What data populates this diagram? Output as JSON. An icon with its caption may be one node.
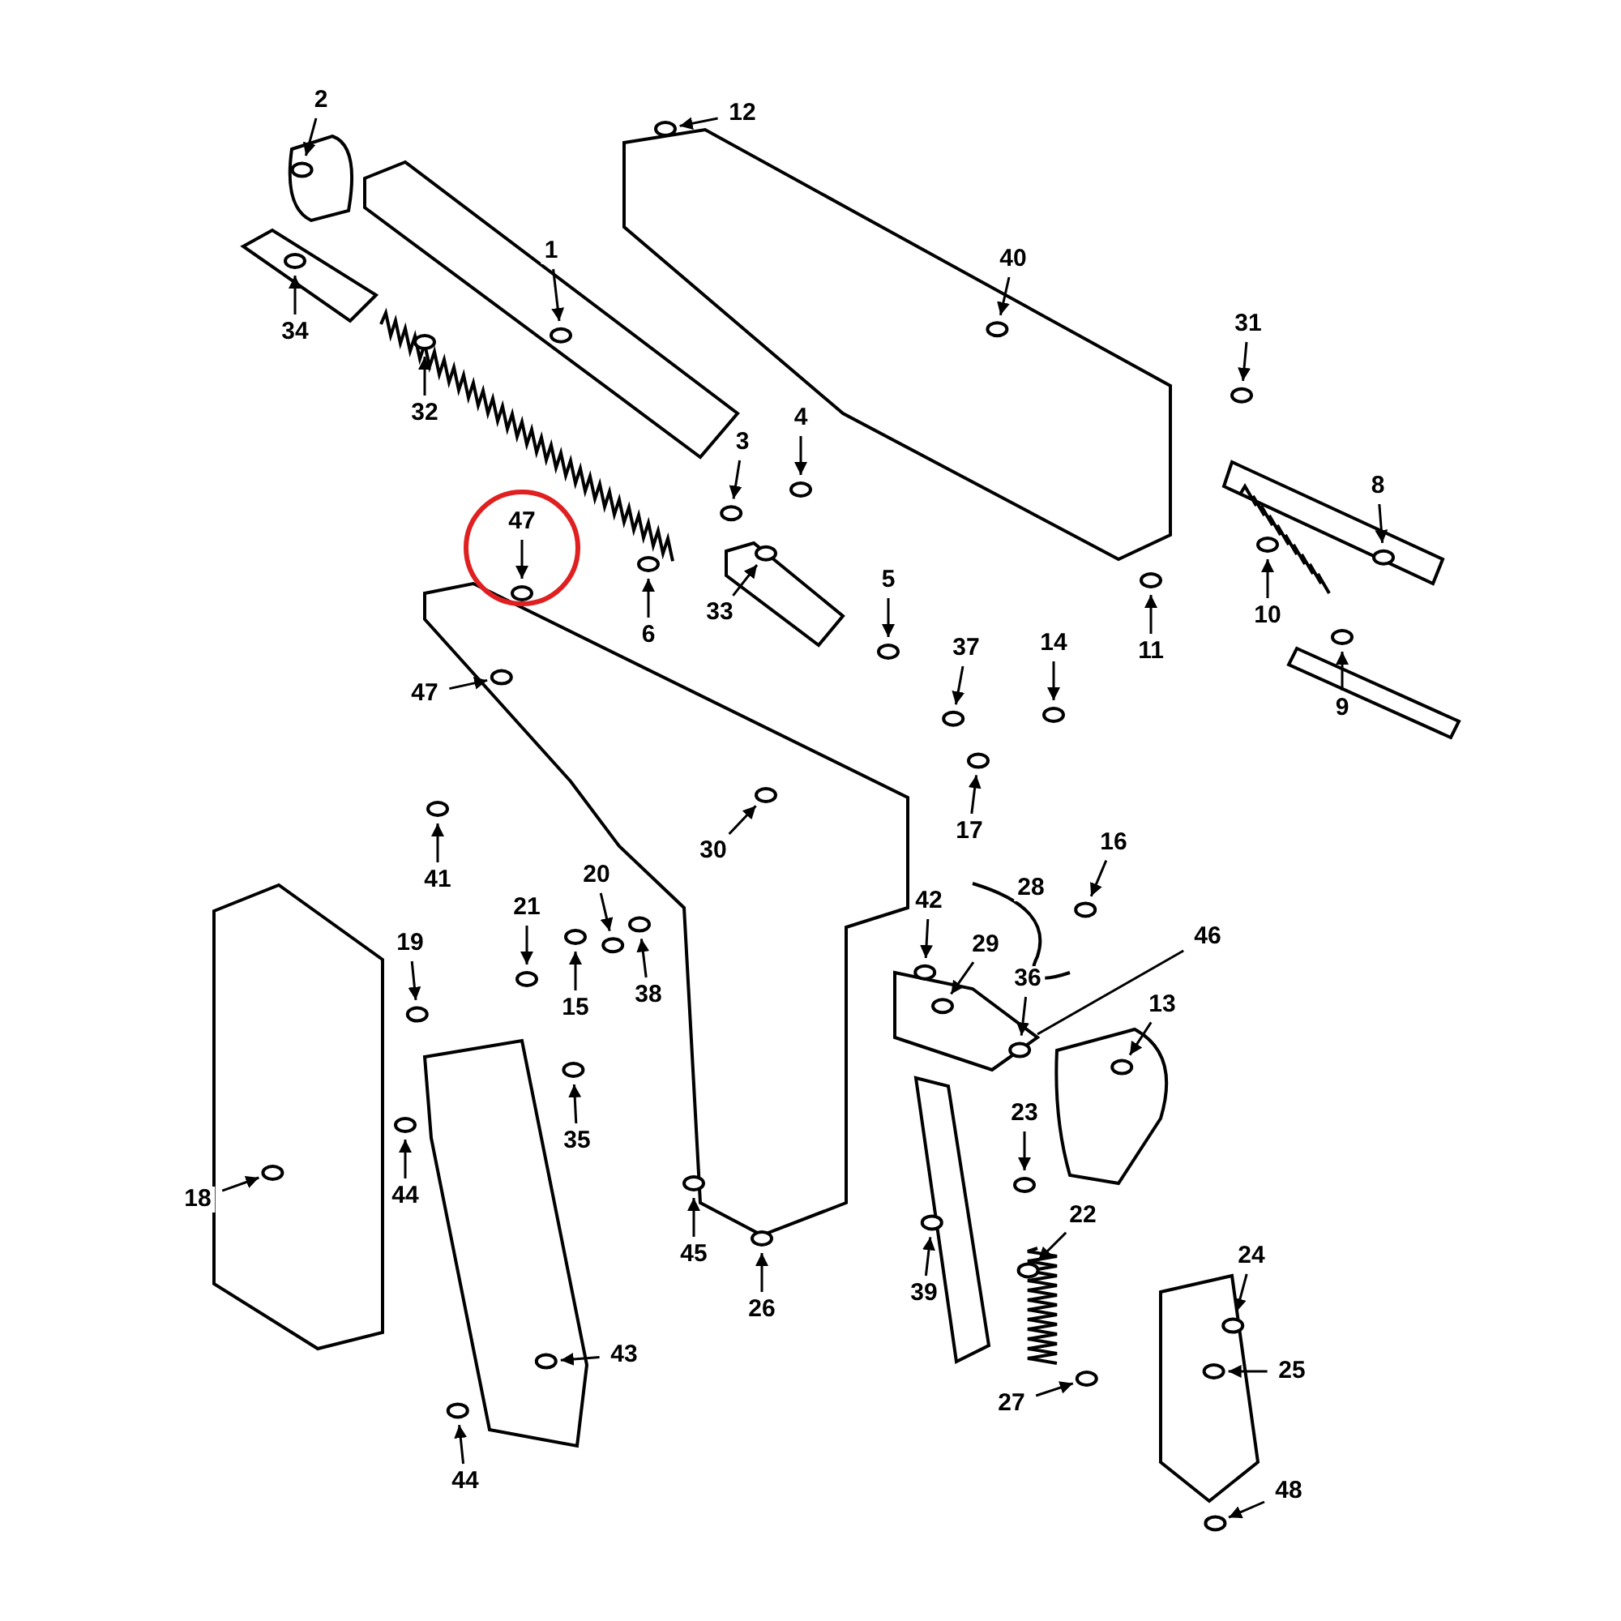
{
  "diagram": {
    "nodes": [
      {
        "text": [
          "2"
        ]
      },
      {
        "text": [
          "12"
        ]
      },
      {
        "text": [
          "1"
        ]
      },
      {
        "text": [
          "40"
        ]
      },
      {
        "text": [
          "34"
        ]
      },
      {
        "text": [
          "31"
        ]
      },
      {
        "text": [
          "32"
        ]
      },
      {
        "text": [
          "3"
        ]
      },
      {
        "text": [
          "4"
        ]
      },
      {
        "text": [
          "8"
        ]
      },
      {
        "text": [],
        "shape": "circle"
      },
      {
        "text": [
          "47"
        ],
        "in": 10
      },
      {
        "text": [
          "6"
        ]
      },
      {
        "text": [
          "33"
        ]
      },
      {
        "text": [
          "5"
        ]
      },
      {
        "text": [
          "10"
        ]
      },
      {
        "text": [
          "11"
        ]
      },
      {
        "text": [
          "9"
        ]
      },
      {
        "text": [
          "47"
        ]
      },
      {
        "text": [
          "37"
        ]
      },
      {
        "text": [
          "14"
        ]
      },
      {
        "text": [
          "17"
        ]
      },
      {
        "text": [
          "16"
        ]
      },
      {
        "text": [
          "41"
        ]
      },
      {
        "text": [
          "30"
        ]
      },
      {
        "text": [
          "20"
        ]
      },
      {
        "text": [
          "21"
        ]
      },
      {
        "text": [
          "42"
        ]
      },
      {
        "text": [
          "19"
        ]
      },
      {
        "text": [
          "29"
        ]
      },
      {
        "text": [
          "36"
        ]
      },
      {
        "text": [
          "46"
        ]
      },
      {
        "text": [
          "15"
        ]
      },
      {
        "text": [
          "38"
        ]
      },
      {
        "text": [
          "13"
        ]
      },
      {
        "text": [
          "35"
        ]
      },
      {
        "text": [
          "23"
        ]
      },
      {
        "text": [
          "18"
        ]
      },
      {
        "text": [
          "44"
        ]
      },
      {
        "text": [
          "45"
        ]
      },
      {
        "text": [
          "22"
        ]
      },
      {
        "text": [
          "24"
        ]
      },
      {
        "text": [
          "26"
        ]
      },
      {
        "text": [
          "39"
        ]
      },
      {
        "text": [
          "43"
        ]
      },
      {
        "text": [
          "25"
        ]
      },
      {
        "text": [
          "27"
        ]
      },
      {
        "text": [
          "44"
        ]
      },
      {
        "text": [
          "48"
        ]
      },
      {
        "text": [
          "28"
        ]
      }
    ],
    "edges": [
      {
        "from": 0,
        "to": null,
        "arrow": "to"
      },
      {
        "from": 1,
        "to": null,
        "arrow": "to"
      },
      {
        "from": 2,
        "to": null,
        "arrow": "to"
      },
      {
        "from": 3,
        "to": null,
        "arrow": "to"
      },
      {
        "from": 4,
        "to": null,
        "arrow": "to"
      },
      {
        "from": 5,
        "to": null,
        "arrow": "to"
      },
      {
        "from": 6,
        "to": null,
        "arrow": "to"
      },
      {
        "from": 7,
        "to": null,
        "arrow": "to"
      },
      {
        "from": 8,
        "to": null,
        "arrow": "to"
      },
      {
        "from": 9,
        "to": null,
        "arrow": "to"
      },
      {
        "from": 11,
        "to": null,
        "arrow": "to"
      },
      {
        "from": 12,
        "to": null,
        "arrow": "to"
      },
      {
        "from": 13,
        "to": null,
        "arrow": "to"
      },
      {
        "from": 14,
        "to": null,
        "arrow": "to"
      },
      {
        "from": 15,
        "to": null,
        "arrow": "to"
      },
      {
        "from": 16,
        "to": null,
        "arrow": "to"
      },
      {
        "from": 17,
        "to": null,
        "arrow": "to"
      },
      {
        "from": 18,
        "to": null,
        "arrow": "to"
      },
      {
        "from": 19,
        "to": null,
        "arrow": "to"
      },
      {
        "from": 20,
        "to": null,
        "arrow": "to"
      },
      {
        "from": 21,
        "to": null,
        "arrow": "to"
      },
      {
        "from": 22,
        "to": null,
        "arrow": "to"
      },
      {
        "from": 23,
        "to": null,
        "arrow": "to"
      },
      {
        "from": 24,
        "to": null,
        "arrow": "to"
      },
      {
        "from": 25,
        "to": null,
        "arrow": "to"
      },
      {
        "from": 26,
        "to": null,
        "arrow": "to"
      },
      {
        "from": 27,
        "to": null,
        "arrow": "to"
      },
      {
        "from": 28,
        "to": null,
        "arrow": "to"
      },
      {
        "from": 29,
        "to": null,
        "arrow": "to"
      },
      {
        "from": 30,
        "to": null,
        "arrow": "to"
      },
      {
        "from": 31,
        "to": null,
        "arrow": "none"
      },
      {
        "from": 32,
        "to": null,
        "arrow": "to"
      },
      {
        "from": 33,
        "to": null,
        "arrow": "to"
      },
      {
        "from": 34,
        "to": null,
        "arrow": "to"
      },
      {
        "from": 35,
        "to": null,
        "arrow": "to"
      },
      {
        "from": 36,
        "to": null,
        "arrow": "to"
      },
      {
        "from": 37,
        "to": null,
        "arrow": "to"
      },
      {
        "from": 38,
        "to": null,
        "arrow": "to"
      },
      {
        "from": 39,
        "to": null,
        "arrow": "to"
      },
      {
        "from": 40,
        "to": null,
        "arrow": "to"
      },
      {
        "from": 41,
        "to": null,
        "arrow": "to"
      },
      {
        "from": 42,
        "to": null,
        "arrow": "to"
      },
      {
        "from": 43,
        "to": null,
        "arrow": "to"
      },
      {
        "from": 44,
        "to": null,
        "arrow": "to"
      },
      {
        "from": 45,
        "to": null,
        "arrow": "to"
      },
      {
        "from": 46,
        "to": null,
        "arrow": "to"
      },
      {
        "from": 47,
        "to": null,
        "arrow": "to"
      },
      {
        "from": 48,
        "to": null,
        "arrow": "to"
      }
    ],
    "labels": []
  }
}
